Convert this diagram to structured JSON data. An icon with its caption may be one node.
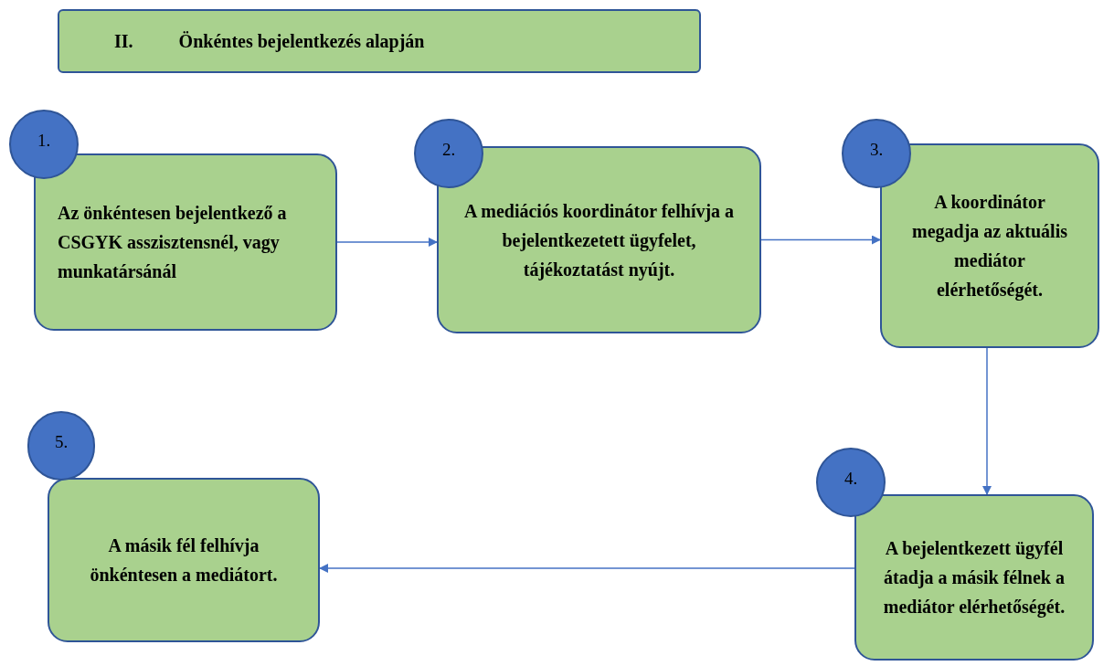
{
  "diagram": {
    "nodes": [
      {
        "text": [
          "II.",
          "Önkéntes bejelentkezés alapján"
        ]
      },
      {
        "text": [
          "1."
        ]
      },
      {
        "text": [
          "Az önkéntesen bejelentkező a CSGYK asszisztensnél, vagy munkatársánál"
        ]
      },
      {
        "text": [
          "2."
        ]
      },
      {
        "text": [
          "A mediációs koordinátor felhívja a bejelentkezetett ügyfelet, tájékoztatást nyújt."
        ]
      },
      {
        "text": [
          "3."
        ]
      },
      {
        "text": [
          "A koordinátor megadja az aktuális mediátor elérhetőségét."
        ]
      },
      {
        "text": [
          "5."
        ]
      },
      {
        "text": [
          "A másik fél felhívja önkéntesen a mediátort."
        ]
      },
      {
        "text": [
          "4."
        ]
      },
      {
        "text": [
          "A bejelentkezett ügyfél átadja a másik félnek a mediátor elérhetőségét."
        ]
      }
    ],
    "edges": [
      {
        "from": 2,
        "to": 4,
        "arrow": "to"
      },
      {
        "from": 4,
        "to": 6,
        "arrow": "to"
      },
      {
        "from": 6,
        "to": 10,
        "arrow": "to"
      },
      {
        "from": 10,
        "to": 8,
        "arrow": "to"
      }
    ]
  }
}
